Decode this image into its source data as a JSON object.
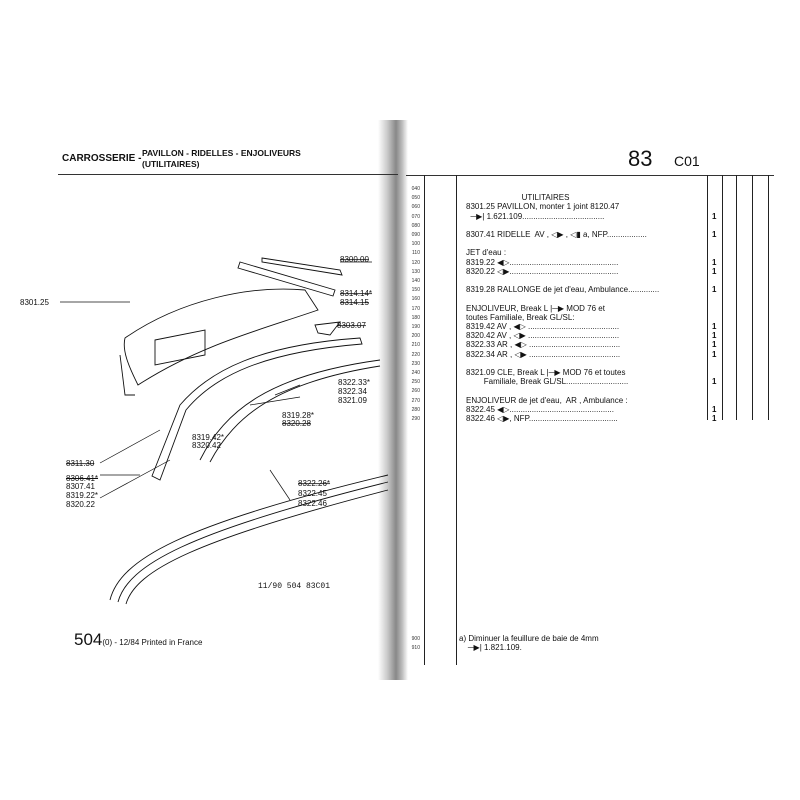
{
  "left": {
    "section": "CARROSSERIE -",
    "subtitle1": "PAVILLON - RIDELLES - ENJOLIVEURS",
    "subtitle2": "(UTILITAIRES)",
    "diagram_labels": [
      "8301.25",
      "8300.00",
      "8314.14*",
      "8314.15",
      "8303.07",
      "8322.33*",
      "8322.34",
      "8321.09",
      "8319.28*",
      "8320.28",
      "8311.30",
      "8306.41*",
      "8307.41",
      "8319.42*",
      "8320.42",
      "8319.22*",
      "8320.22",
      "8322.26*",
      "8322.45",
      "8322.46"
    ],
    "ref": "11/90 504 83C01",
    "footer_model": "504",
    "footer_text": "(0) - 12/84 Printed in France"
  },
  "right": {
    "page_number": "83",
    "page_section": "C01",
    "rows": [
      {
        "n": "040",
        "code": "",
        "text": "",
        "qty": ""
      },
      {
        "n": "050",
        "code": "",
        "text": "                         UTILITAIRES",
        "qty": ""
      },
      {
        "n": "060",
        "code": "8301.25",
        "text": "PAVILLON, monter 1 joint 8120.47",
        "qty": ""
      },
      {
        "n": "070",
        "code": "",
        "text": "  ─▶| 1.621.109.....................................",
        "qty": "1"
      },
      {
        "n": "080",
        "code": "",
        "text": "",
        "qty": ""
      },
      {
        "n": "090",
        "code": "8307.41",
        "text": "RIDELLE  AV , ◁▶ , ◁▮ a, NFP..................",
        "qty": "1"
      },
      {
        "n": "100",
        "code": "",
        "text": "",
        "qty": ""
      },
      {
        "n": "110",
        "code": "",
        "text": "JET d'eau :",
        "qty": ""
      },
      {
        "n": "120",
        "code": "8319.22",
        "text": "◀▷.................................................",
        "qty": "1"
      },
      {
        "n": "130",
        "code": "8320.22",
        "text": "◁▶.................................................",
        "qty": "1"
      },
      {
        "n": "140",
        "code": "",
        "text": "",
        "qty": ""
      },
      {
        "n": "150",
        "code": "8319.28",
        "text": "RALLONGE de jet d'eau, Ambulance..............",
        "qty": "1"
      },
      {
        "n": "160",
        "code": "",
        "text": "",
        "qty": ""
      },
      {
        "n": "170",
        "code": "",
        "text": "ENJOLIVEUR, Break L |─▶ MOD 76 et",
        "qty": ""
      },
      {
        "n": "180",
        "code": "",
        "text": "toutes Familiale, Break GL/SL:",
        "qty": ""
      },
      {
        "n": "190",
        "code": "8319.42",
        "text": "AV , ◀▷ .........................................",
        "qty": "1"
      },
      {
        "n": "200",
        "code": "8320.42",
        "text": "AV , ◁▶ .........................................",
        "qty": "1"
      },
      {
        "n": "210",
        "code": "8322.33",
        "text": "AR , ◀▷ .........................................",
        "qty": "1"
      },
      {
        "n": "220",
        "code": "8322.34",
        "text": "AR , ◁▶ .........................................",
        "qty": "1"
      },
      {
        "n": "230",
        "code": "",
        "text": "",
        "qty": ""
      },
      {
        "n": "240",
        "code": "8321.09",
        "text": "CLE, Break L |─▶ MOD 76 et toutes",
        "qty": ""
      },
      {
        "n": "250",
        "code": "",
        "text": "        Familiale, Break GL/SL............................",
        "qty": "1"
      },
      {
        "n": "260",
        "code": "",
        "text": "",
        "qty": ""
      },
      {
        "n": "270",
        "code": "",
        "text": "ENJOLIVEUR de jet d'eau,  AR , Ambulance :",
        "qty": ""
      },
      {
        "n": "280",
        "code": "8322.45",
        "text": "◀▷...............................................",
        "qty": "1"
      },
      {
        "n": "290",
        "code": "8322.46",
        "text": "◁▶, NFP........................................",
        "qty": "1"
      }
    ],
    "notes": [
      {
        "n": "900",
        "text": "a) Diminuer la feuillure de baie de 4mm"
      },
      {
        "n": "910",
        "text": "    ─▶| 1.821.109."
      }
    ]
  }
}
